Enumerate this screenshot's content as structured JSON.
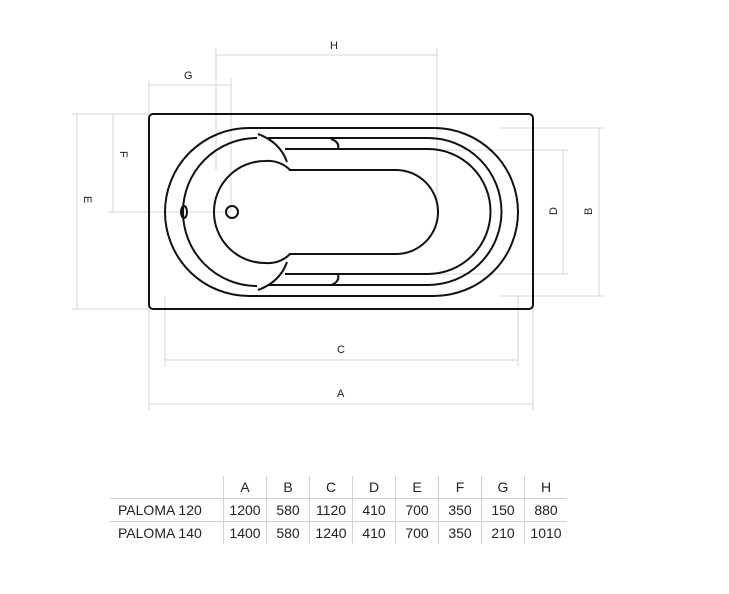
{
  "diagram": {
    "dimension_labels": {
      "A": "A",
      "B": "B",
      "C": "C",
      "D": "D",
      "E": "E",
      "F": "F",
      "G": "G",
      "H": "H"
    }
  },
  "table": {
    "headers": [
      "",
      "A",
      "B",
      "C",
      "D",
      "E",
      "F",
      "G",
      "H"
    ],
    "rows": [
      {
        "model": "PALOMA 120",
        "values": [
          "1200",
          "580",
          "1120",
          "410",
          "700",
          "350",
          "150",
          "880"
        ]
      },
      {
        "model": "PALOMA 140",
        "values": [
          "1400",
          "580",
          "1240",
          "410",
          "700",
          "350",
          "210",
          "1010"
        ]
      }
    ]
  }
}
